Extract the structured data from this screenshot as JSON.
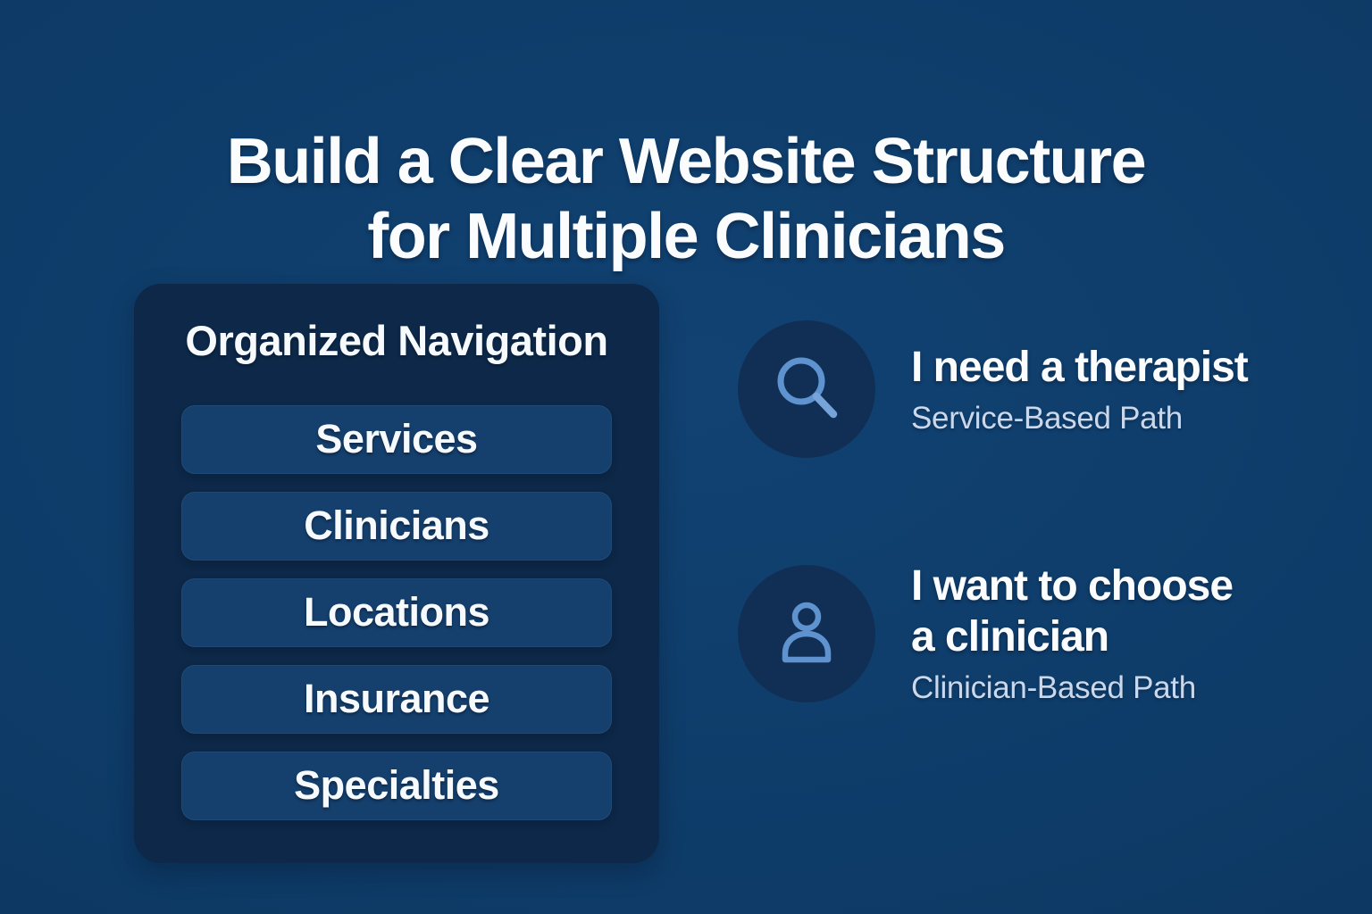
{
  "title": {
    "line1": "Build a Clear Website Structure",
    "line2": "for Multiple Clinicians"
  },
  "nav_card": {
    "heading": "Organized Navigation",
    "items": [
      "Services",
      "Clinicians",
      "Locations",
      "Insurance",
      "Specialties"
    ]
  },
  "paths": [
    {
      "icon": "search-icon",
      "title": "I need a therapist",
      "subtitle": "Service-Based Path"
    },
    {
      "icon": "person-icon",
      "title_line1": "I want to choose",
      "title_line2": "a clinician",
      "subtitle": "Clinician-Based Path"
    }
  ],
  "colors": {
    "background": "#0d3a66",
    "card": "#0d2848",
    "button": "#15406e",
    "icon_circle": "#112f54",
    "icon_stroke": "#5e93cf",
    "text_primary": "#fafcfe",
    "text_secondary": "#cbd8eb"
  }
}
